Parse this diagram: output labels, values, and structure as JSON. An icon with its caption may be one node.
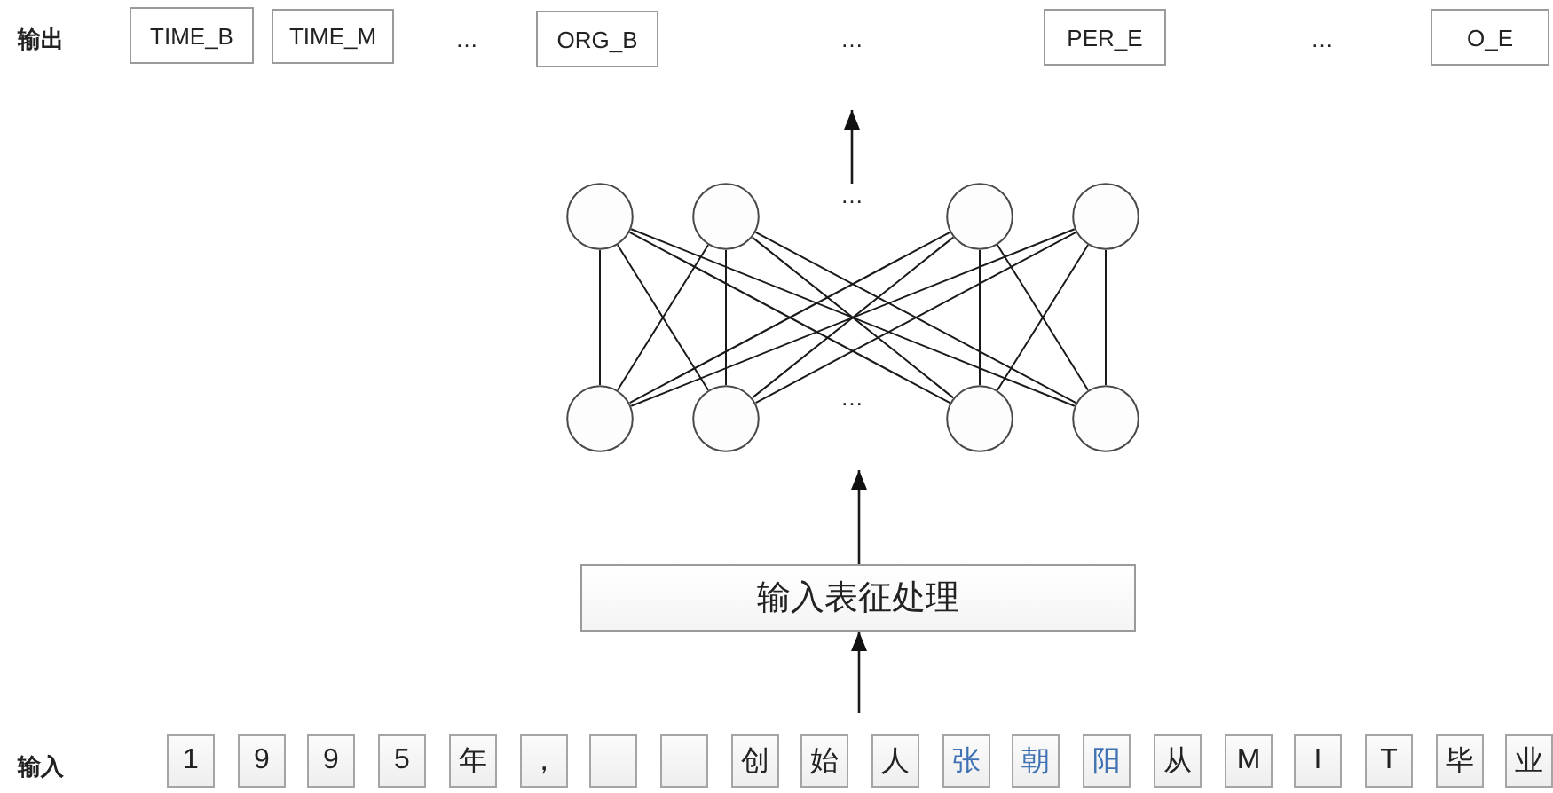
{
  "diagram": {
    "nodes": [
      {
        "text": [
          "TIME_B"
        ]
      },
      {
        "text": [
          "TIME_M"
        ]
      },
      {
        "text": [
          "ORG_B"
        ]
      },
      {
        "text": [
          "PER_E"
        ]
      },
      {
        "text": [
          "O_E"
        ]
      },
      {
        "text": [],
        "shape": "circle"
      },
      {
        "text": [],
        "shape": "circle"
      },
      {
        "text": [
          "…"
        ]
      },
      {
        "text": [],
        "shape": "circle"
      },
      {
        "text": [],
        "shape": "circle"
      },
      {
        "text": [],
        "shape": "circle"
      },
      {
        "text": [],
        "shape": "circle"
      },
      {
        "text": [],
        "shape": "circle"
      },
      {
        "text": [],
        "shape": "circle"
      },
      {
        "text": [
          "输入表征处理"
        ]
      },
      {
        "text": [
          "1"
        ]
      },
      {
        "text": [
          "9"
        ]
      },
      {
        "text": [
          "9"
        ]
      },
      {
        "text": [
          "5"
        ]
      },
      {
        "text": [
          "年"
        ]
      },
      {
        "text": [
          "，"
        ]
      },
      {
        "text": [],
        "shape": "box"
      },
      {
        "text": [],
        "shape": "box"
      },
      {
        "text": [
          "创"
        ]
      },
      {
        "text": [
          "始"
        ]
      },
      {
        "text": [
          "人"
        ]
      },
      {
        "text": [
          "张"
        ]
      },
      {
        "text": [
          "朝"
        ]
      },
      {
        "text": [
          "阳"
        ]
      },
      {
        "text": [
          "从"
        ]
      },
      {
        "text": [
          "M"
        ]
      },
      {
        "text": [
          "I"
        ]
      },
      {
        "text": [
          "T"
        ]
      },
      {
        "text": [
          "毕"
        ]
      },
      {
        "text": [
          "业"
        ]
      }
    ],
    "edges": [
      {
        "from": 5,
        "to": 10,
        "arrow": "none"
      },
      {
        "from": 5,
        "to": 11,
        "arrow": "none"
      },
      {
        "from": 5,
        "to": 12,
        "arrow": "none"
      },
      {
        "from": 5,
        "to": 13,
        "arrow": "none"
      },
      {
        "from": 6,
        "to": 10,
        "arrow": "none"
      },
      {
        "from": 6,
        "to": 11,
        "arrow": "none"
      },
      {
        "from": 6,
        "to": 12,
        "arrow": "none"
      },
      {
        "from": 6,
        "to": 13,
        "arrow": "none"
      },
      {
        "from": 8,
        "to": 10,
        "arrow": "none"
      },
      {
        "from": 8,
        "to": 11,
        "arrow": "none"
      },
      {
        "from": 8,
        "to": 12,
        "arrow": "none"
      },
      {
        "from": 8,
        "to": 13,
        "arrow": "none"
      },
      {
        "from": 9,
        "to": 10,
        "arrow": "none"
      },
      {
        "from": 9,
        "to": 11,
        "arrow": "none"
      },
      {
        "from": 9,
        "to": 12,
        "arrow": "none"
      },
      {
        "from": 9,
        "to": 13,
        "arrow": "none"
      },
      {
        "from": null,
        "to": 14,
        "arrow": "to"
      },
      {
        "from": 14,
        "to": null,
        "arrow": "to"
      },
      {
        "from": 7,
        "to": null,
        "arrow": "to"
      }
    ],
    "labels": [
      "输出",
      "…",
      "…",
      "…",
      "…",
      "输入"
    ]
  }
}
